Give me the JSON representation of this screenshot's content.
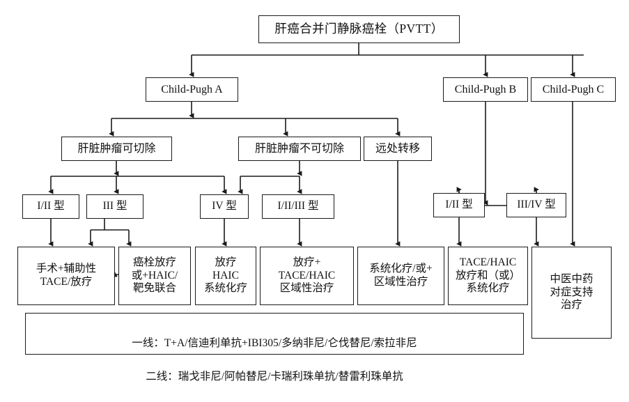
{
  "diagram": {
    "title_text": "肝癌合并门静脉癌栓（PVTT）",
    "stroke_color": "#1a1a1a",
    "background_color": "#ffffff"
  },
  "nodes": {
    "root": "肝癌合并门静脉癌栓（PVTT）",
    "child_pugh_a": "Child-Pugh A",
    "child_pugh_b": "Child-Pugh B",
    "child_pugh_c": "Child-Pugh C",
    "resectable": "肝脏肿瘤可切除",
    "unresectable": "肝脏肿瘤不可切除",
    "distant_metastasis": "远处转移",
    "type_1_2_left": "I/II 型",
    "type_3_left": "III 型",
    "type_4": "IV 型",
    "type_1_2_3": "I/II/III 型",
    "type_1_2_right": "I/II 型",
    "type_3_4_right": "III/IV 型",
    "treat_surgery": "手术+辅助性\nTACE/放疗",
    "treat_thrombus_rt": "癌栓放疗\n或+HAIC/\n靶免联合",
    "treat_rt_haic": "放疗\nHAIC\n系统化疗",
    "treat_rt_tace_haic": "放疗+\nTACE/HAIC\n区域性治疗",
    "treat_systemic_regional": "系统化疗/或+\n区域性治疗",
    "treat_tace_haic_rt": "TACE/HAIC\n放疗和（或）\n系统化疗",
    "treat_tcm": "中医中药\n对症支持\n治疗"
  },
  "drug_box": {
    "line1": "一线：T+A/信迪利单抗+IBI305/多纳非尼/仑伐替尼/索拉非尼",
    "line2": "二线：瑞戈非尼/阿帕替尼/卡瑞利珠单抗/替雷利珠单抗"
  },
  "chart_data": {
    "type": "table",
    "title": "肝癌合并门静脉癌栓（PVTT）诊疗流程图",
    "levels": [
      {
        "level": 0,
        "nodes": [
          "肝癌合并门静脉癌栓（PVTT）"
        ]
      },
      {
        "level": 1,
        "nodes": [
          "Child-Pugh A",
          "Child-Pugh B",
          "Child-Pugh C"
        ]
      },
      {
        "level": 2,
        "nodes": [
          "肝脏肿瘤可切除",
          "肝脏肿瘤不可切除",
          "远处转移"
        ]
      },
      {
        "level": 3,
        "nodes": [
          "I/II 型",
          "III 型",
          "IV 型",
          "I/II/III 型",
          "I/II 型",
          "III/IV 型"
        ]
      },
      {
        "level": 4,
        "nodes": [
          "手术+辅助性TACE/放疗",
          "癌栓放疗或+HAIC/靶免联合",
          "放疗HAIC系统化疗",
          "放疗+TACE/HAIC区域性治疗",
          "系统化疗/或+区域性治疗",
          "TACE/HAIC放疗和（或）系统化疗",
          "中医中药对症支持治疗"
        ]
      },
      {
        "level": 5,
        "nodes": [
          "一线：T+A/信迪利单抗+IBI305/多纳非尼/仑伐替尼/索拉非尼",
          "二线：瑞戈非尼/阿帕替尼/卡瑞利珠单抗/替雷利珠单抗"
        ]
      }
    ],
    "edges": [
      {
        "from": "肝癌合并门静脉癌栓（PVTT）",
        "to": "Child-Pugh A"
      },
      {
        "from": "肝癌合并门静脉癌栓（PVTT）",
        "to": "Child-Pugh B"
      },
      {
        "from": "肝癌合并门静脉癌栓（PVTT）",
        "to": "Child-Pugh C"
      },
      {
        "from": "Child-Pugh A",
        "to": "肝脏肿瘤可切除"
      },
      {
        "from": "Child-Pugh A",
        "to": "肝脏肿瘤不可切除"
      },
      {
        "from": "Child-Pugh A",
        "to": "远处转移"
      },
      {
        "from": "肝脏肿瘤可切除",
        "to": "I/II 型"
      },
      {
        "from": "肝脏肿瘤可切除",
        "to": "III 型"
      },
      {
        "from": "肝脏肿瘤可切除",
        "to": "IV 型"
      },
      {
        "from": "肝脏肿瘤不可切除",
        "to": "IV 型"
      },
      {
        "from": "肝脏肿瘤不可切除",
        "to": "I/II/III 型"
      },
      {
        "from": "远处转移",
        "to": "系统化疗/或+区域性治疗"
      },
      {
        "from": "I/II 型",
        "to": "手术+辅助性TACE/放疗"
      },
      {
        "from": "III 型",
        "to": "手术+辅助性TACE/放疗"
      },
      {
        "from": "III 型",
        "to": "癌栓放疗或+HAIC/靶免联合"
      },
      {
        "from": "癌栓放疗或+HAIC/靶免联合",
        "to": "手术+辅助性TACE/放疗"
      },
      {
        "from": "IV 型",
        "to": "放疗HAIC系统化疗"
      },
      {
        "from": "I/II/III 型",
        "to": "放疗+TACE/HAIC区域性治疗"
      },
      {
        "from": "Child-Pugh B",
        "to": "I/II 型"
      },
      {
        "from": "Child-Pugh B",
        "to": "III/IV 型"
      },
      {
        "from": "I/II 型",
        "to": "TACE/HAIC放疗和（或）系统化疗"
      },
      {
        "from": "III/IV 型",
        "to": "中医中药对症支持治疗"
      },
      {
        "from": "Child-Pugh C",
        "to": "中医中药对症支持治疗"
      }
    ]
  }
}
